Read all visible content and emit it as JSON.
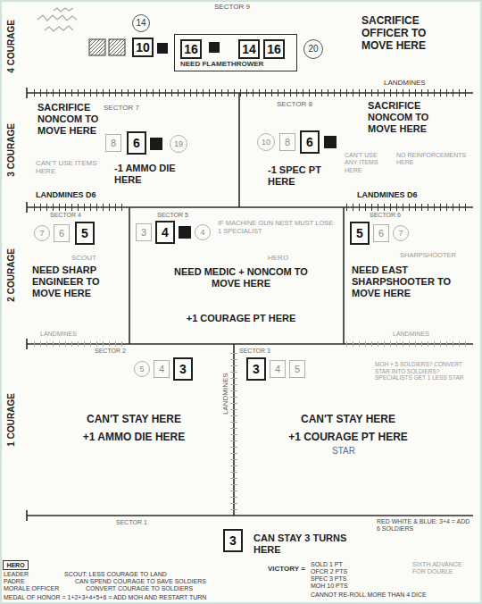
{
  "diagram": {
    "nodes": [
      {
        "text": [
          "SECTOR 9",
          "SACRIFICE OFFICER TO MOVE HERE"
        ]
      },
      {
        "text": [
          "14"
        ],
        "in": 0
      },
      {
        "text": [
          "10"
        ],
        "in": 0
      },
      {
        "text": [
          "NEED FLAMETHROWER"
        ],
        "in": 0
      },
      {
        "text": [
          "16"
        ],
        "in": 3
      },
      {
        "text": [
          "14"
        ],
        "in": 3
      },
      {
        "text": [
          "16"
        ],
        "in": 3
      },
      {
        "text": [
          "20"
        ],
        "in": 0
      },
      {
        "text": [
          "SECTOR 7",
          "SACRIFICE NONCOM TO MOVE HERE",
          "CAN'T USE ITEMS HERE",
          "-1 AMMO DIE HERE"
        ]
      },
      {
        "text": [
          "8"
        ],
        "in": 8
      },
      {
        "text": [
          "6"
        ],
        "in": 8
      },
      {
        "text": [
          "19"
        ],
        "in": 8
      },
      {
        "text": [
          "SECTOR 8",
          "SACRIFICE NONCOM TO MOVE HERE",
          "CAN'T USE ANY ITEMS HERE",
          "NO REINFORCEMENTS HERE",
          "-1 SPEC PT HERE"
        ]
      },
      {
        "text": [
          "10"
        ],
        "in": 12
      },
      {
        "text": [
          "8"
        ],
        "in": 12
      },
      {
        "text": [
          "6"
        ],
        "in": 12
      },
      {
        "text": [
          "SECTOR 4",
          "SCOUT",
          "NEED SHARP ENGINEER TO MOVE HERE"
        ]
      },
      {
        "text": [
          "7"
        ],
        "in": 16
      },
      {
        "text": [
          "6"
        ],
        "in": 16
      },
      {
        "text": [
          "5"
        ],
        "in": 16
      },
      {
        "text": [
          "SECTOR 5",
          "IF MACHINE GUN NEST MUST LOSE 1 SPECIALIST",
          "HERO",
          "NEED MEDIC + NONCOM TO MOVE HERE",
          "+1 COURAGE PT HERE"
        ]
      },
      {
        "text": [
          "3"
        ],
        "in": 20
      },
      {
        "text": [
          "4"
        ],
        "in": 20
      },
      {
        "text": [
          "4"
        ],
        "in": 20
      },
      {
        "text": [
          "SECTOR 6",
          "SHARPSHOOTER",
          "NEED EAST SHARPSHOOTER TO MOVE HERE"
        ]
      },
      {
        "text": [
          "5"
        ],
        "in": 24
      },
      {
        "text": [
          "6"
        ],
        "in": 24
      },
      {
        "text": [
          "7"
        ],
        "in": 24
      },
      {
        "text": [
          "SECTOR 2",
          "CAN'T STAY HERE",
          "+1 AMMO DIE HERE"
        ]
      },
      {
        "text": [
          "5"
        ],
        "in": 28
      },
      {
        "text": [
          "4"
        ],
        "in": 28
      },
      {
        "text": [
          "3"
        ],
        "in": 28
      },
      {
        "text": [
          "SECTOR 3",
          "CAN'T STAY HERE",
          "+1 COURAGE PT HERE",
          "STAR"
        ]
      },
      {
        "text": [
          "3"
        ],
        "in": 32
      },
      {
        "text": [
          "4"
        ],
        "in": 32
      },
      {
        "text": [
          "5"
        ],
        "in": 32
      },
      {
        "text": [
          "SECTOR 1",
          "CAN STAY 3 TURNS HERE"
        ]
      },
      {
        "text": [
          "3"
        ],
        "in": 36
      },
      {
        "text": [
          "HERO"
        ]
      }
    ],
    "labels": [
      "4 COURAGE",
      "LANDMINES",
      "3 COURAGE",
      "LANDMINES D6",
      "LANDMINES D6",
      "2 COURAGE",
      "LANDMINES",
      "LANDMINES",
      "1 COURAGE",
      "LANDMINES",
      "MOH + 5 SOLDIERS? CONVERT STAR INTO SOLDIERS? SPECIALISTS GET 1 LESS STAR",
      "RED WHITE & BLUE: 3+4 = ADD 6 SOLDIERS",
      "LEADER",
      "PADRE",
      "MORALE OFFICER",
      "SCOUT: LESS COURAGE TO LAND",
      "CAN SPEND COURAGE TO SAVE SOLDIERS",
      "CONVERT COURAGE TO SOLDIERS",
      "MEDAL OF HONOR = 1+2+3+4+5+6 = ADD MOH AND RESTART TURN",
      "VICTORY =",
      "SOLD 1 PT",
      "OFCR 2 PTS",
      "SPEC 3 PTS",
      "MOH 10 PTS",
      "CANNOT RE-ROLL MORE THAN 4 DICE",
      "SIXTH ADVANCE FOR DOUBLE"
    ]
  }
}
